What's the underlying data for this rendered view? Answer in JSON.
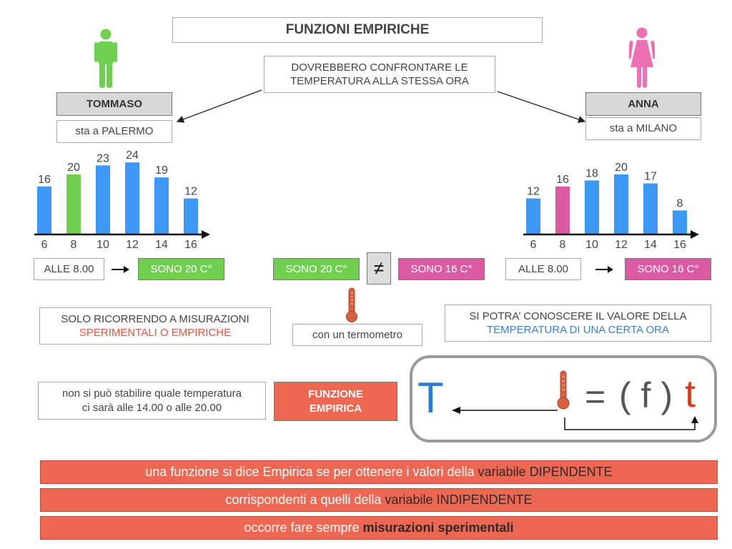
{
  "title": "FUNZIONI EMPIRICHE",
  "note_top": "DOVREBBERO CONFRONTARE LE TEMPERATURA ALLA STESSA ORA",
  "left": {
    "name": "TOMMASO",
    "place": "sta a PALERMO",
    "time_label": "ALLE 8.00",
    "result_label": "SONO 20 C°",
    "color_person": "#6fcf4e"
  },
  "right": {
    "name": "ANNA",
    "place": "sta a MILANO",
    "time_label": "ALLE 8.00",
    "result_label": "SONO 16 C°",
    "color_person": "#ee6fb4"
  },
  "compare": {
    "left_value": "SONO 20 C°",
    "not_equal": "≠",
    "right_value": "SONO 16 C°"
  },
  "measure": {
    "line1": "SOLO RICORRENDO A MISURAZIONI",
    "line2": "SPERIMENTALI O EMPIRICHE",
    "tool": "con un termometro",
    "know_line1": "SI POTRA’ CONOSCERE IL VALORE DELLA",
    "know_line2": "TEMPERATURA DI UNA CERTA ORA"
  },
  "prediction": {
    "line1": "non si può stabilire quale temperatura",
    "line2": "ci sarà alle 14.00 o alle 20.00",
    "empirical1": "FUNZIONE",
    "empirical2": "EMPIRICA"
  },
  "formula": {
    "dependent": "T",
    "equals": "=",
    "function": "( f )",
    "independent": "t"
  },
  "definition": {
    "line1_a": "una funzione si dice Empirica se per ottenere i valori della ",
    "line1_b": "variabile",
    "line1_c": " DIPENDENTE",
    "line2_a": "corrispondenti a quelli della ",
    "line2_b": "variabile",
    "line2_c": " INDIPENDENTE",
    "line3_a": "occorre fare sempre ",
    "line3_b": "misurazioni sperimentali"
  },
  "chart_data": [
    {
      "type": "bar",
      "categories": [
        "6",
        "8",
        "10",
        "12",
        "14",
        "16"
      ],
      "values": [
        16,
        20,
        23,
        24,
        19,
        12
      ],
      "highlight_index": 1,
      "colors": {
        "bar": "#3d98f5",
        "highlight": "#6fcf4e"
      }
    },
    {
      "type": "bar",
      "categories": [
        "6",
        "8",
        "10",
        "12",
        "14",
        "16"
      ],
      "values": [
        12,
        16,
        18,
        20,
        17,
        8
      ],
      "highlight_index": 1,
      "colors": {
        "bar": "#3d98f5",
        "highlight": "#dc5aa2"
      }
    }
  ]
}
